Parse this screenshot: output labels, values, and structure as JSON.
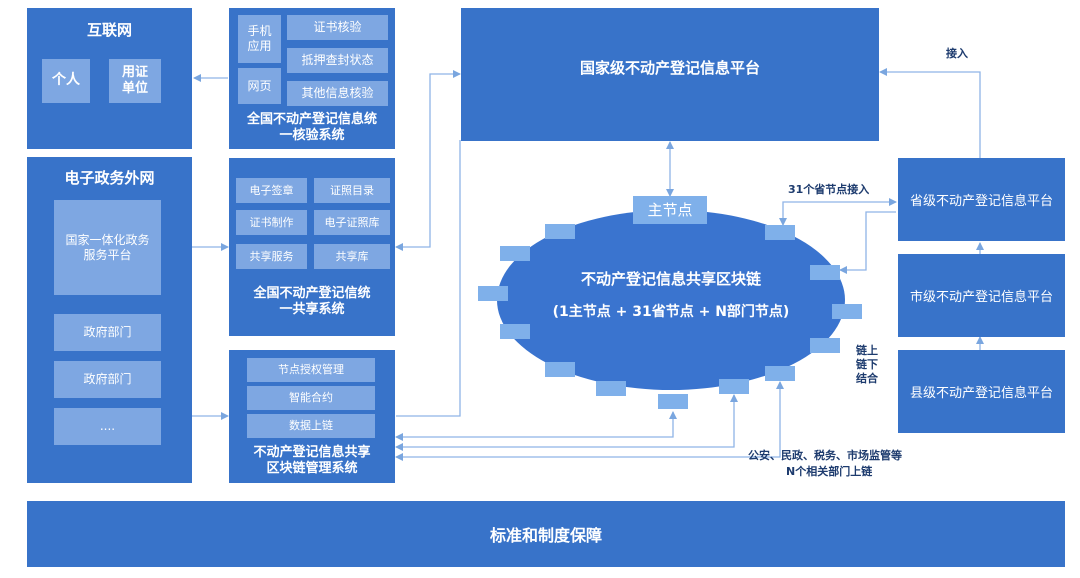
{
  "internet": {
    "title": "互联网",
    "personal": "个人",
    "org_unit": "用证单位"
  },
  "verify_system": {
    "mobile_app": "手机应用",
    "web_page": "网页",
    "cert_verify": "证书核验",
    "mortgage_query": "抵押查封状态",
    "other_verify": "其他信息核验",
    "title": "全国不动产登记信息统一核验系统"
  },
  "national_platform": {
    "title": "国家级不动产登记信息平台"
  },
  "gov_extranet": {
    "title": "电子政务外网",
    "integrated_platform": "国家一体化政务服务平台",
    "dept1": "政府部门",
    "dept2": "政府部门",
    "more": "...."
  },
  "share_system": {
    "e_seal": "电子签章",
    "cert_catalog": "证照目录",
    "cert_make": "证书制作",
    "e_cert_lib": "电子证照库",
    "share_service": "共享服务",
    "share_lib": "共享库",
    "title": "全国不动产登记信统一共享系统"
  },
  "chain_mgmt": {
    "node_auth": "节点授权管理",
    "smart_contract": "智能合约",
    "data_upload": "数据上链",
    "title": "不动产登记信息共享区块链管理系统"
  },
  "blockchain": {
    "main_node": "主节点",
    "title": "不动产登记信息共享区块链",
    "subtitle": "(1主节点 + 31省节点 + N部门节点)"
  },
  "labels": {
    "access": "接入",
    "prov_access": "31个省节点接入",
    "on_off_chain": "链上链下结合",
    "departments_line1": "公安、民政、税务、市场监管等",
    "departments_line2": "N个相关部门上链"
  },
  "provincial": {
    "title": "省级不动产登记信息平台"
  },
  "city": {
    "title": "市级不动产登记信息平台"
  },
  "county": {
    "title": "县级不动产登记信息平台"
  },
  "standards": {
    "title": "标准和制度保障"
  },
  "colors": {
    "dark_box": "#3873c9",
    "light_box": "#7ea7e2",
    "line": "#8fb4e6",
    "chain": "#3a74cf"
  }
}
